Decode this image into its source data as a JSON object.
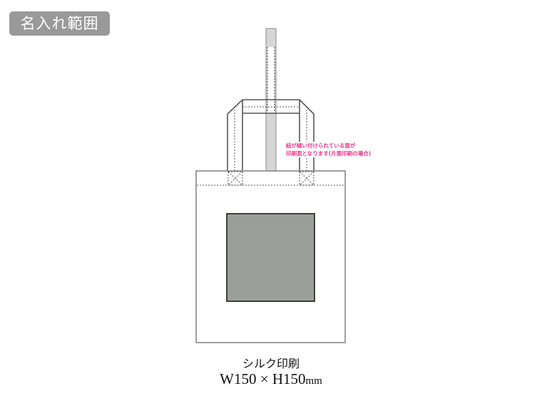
{
  "badge": {
    "label": "名入れ範囲",
    "bg_color": "#999999",
    "text_color": "#ffffff"
  },
  "diagram": {
    "subject": "tote-bag",
    "print_area_color": "#9c9e9c",
    "outline_color": "#555555",
    "strap_color": "#d6d6d6",
    "note": {
      "line1": "紐が縫い付けられている面が",
      "line2": "印刷面となります(片面印刷の場合)",
      "color": "#e8368f"
    }
  },
  "caption": {
    "method": "シルク印刷",
    "size_text": "W150 × H150",
    "unit": "mm"
  }
}
